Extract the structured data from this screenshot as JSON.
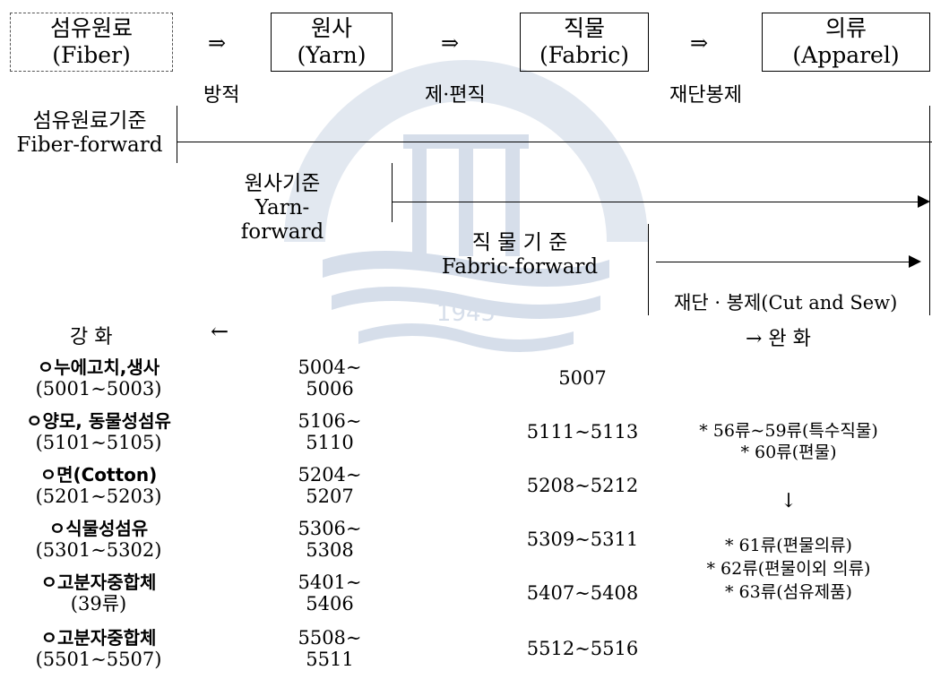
{
  "stages": [
    {
      "ko": "섬유원료",
      "en": "(Fiber)"
    },
    {
      "ko": "원사",
      "en": "(Yarn)"
    },
    {
      "ko": "직물",
      "en": "(Fabric)"
    },
    {
      "ko": "의류",
      "en": "(Apparel)"
    }
  ],
  "stage_arrow": "⇒",
  "processes": [
    "방적",
    "제·편직",
    "재단봉제"
  ],
  "forwards": {
    "fiber": {
      "ko": "섬유원료기준",
      "en": "Fiber-forward"
    },
    "yarn": {
      "ko": "원사기준",
      "en": "Yarn-forward"
    },
    "fabric": {
      "ko": "직 물 기 준",
      "en": "Fabric-forward"
    },
    "cut_sew": "재단 · 봉제(Cut and Sew)"
  },
  "direction": {
    "strengthen": "강 화",
    "left_arrow": "←",
    "relax": "→ 완 화"
  },
  "rows": [
    {
      "name": "ㅇ누에고치,생사",
      "range": "(5001∼5003)",
      "yarn_a": "5004∼",
      "yarn_b": "5006",
      "fabric": "5007"
    },
    {
      "name": "ㅇ양모, 동물성섬유",
      "range": "(5101∼5105)",
      "yarn_a": "5106∼",
      "yarn_b": "5110",
      "fabric": "5111∼5113"
    },
    {
      "name": "ㅇ면(Cotton)",
      "range": "(5201∼5203)",
      "yarn_a": "5204∼",
      "yarn_b": "5207",
      "fabric": "5208∼5212"
    },
    {
      "name": "ㅇ식물성섬유",
      "range": "(5301∼5302)",
      "yarn_a": "5306∼",
      "yarn_b": "5308",
      "fabric": "5309∼5311"
    },
    {
      "name": "ㅇ고분자중합체",
      "range": "(39류)",
      "yarn_a": "5401∼",
      "yarn_b": "5406",
      "fabric": "5407∼5408"
    },
    {
      "name": "ㅇ고분자중합체",
      "range": "(5501∼5507)",
      "yarn_a": "5508∼",
      "yarn_b": "5511",
      "fabric": "5512∼5516"
    }
  ],
  "notes": {
    "special": "* 56류∼59류(특수직물)",
    "knit": "* 60류(편물)",
    "down_arrow": "↓",
    "knit_apparel": "* 61류(편물의류)",
    "non_knit_apparel": "* 62류(편물이외 의류)",
    "textile_products": "* 63류(섬유제품)"
  },
  "watermark": {
    "year": "1945"
  },
  "colors": {
    "watermark": "#4a6fa5",
    "line": "#000000"
  }
}
